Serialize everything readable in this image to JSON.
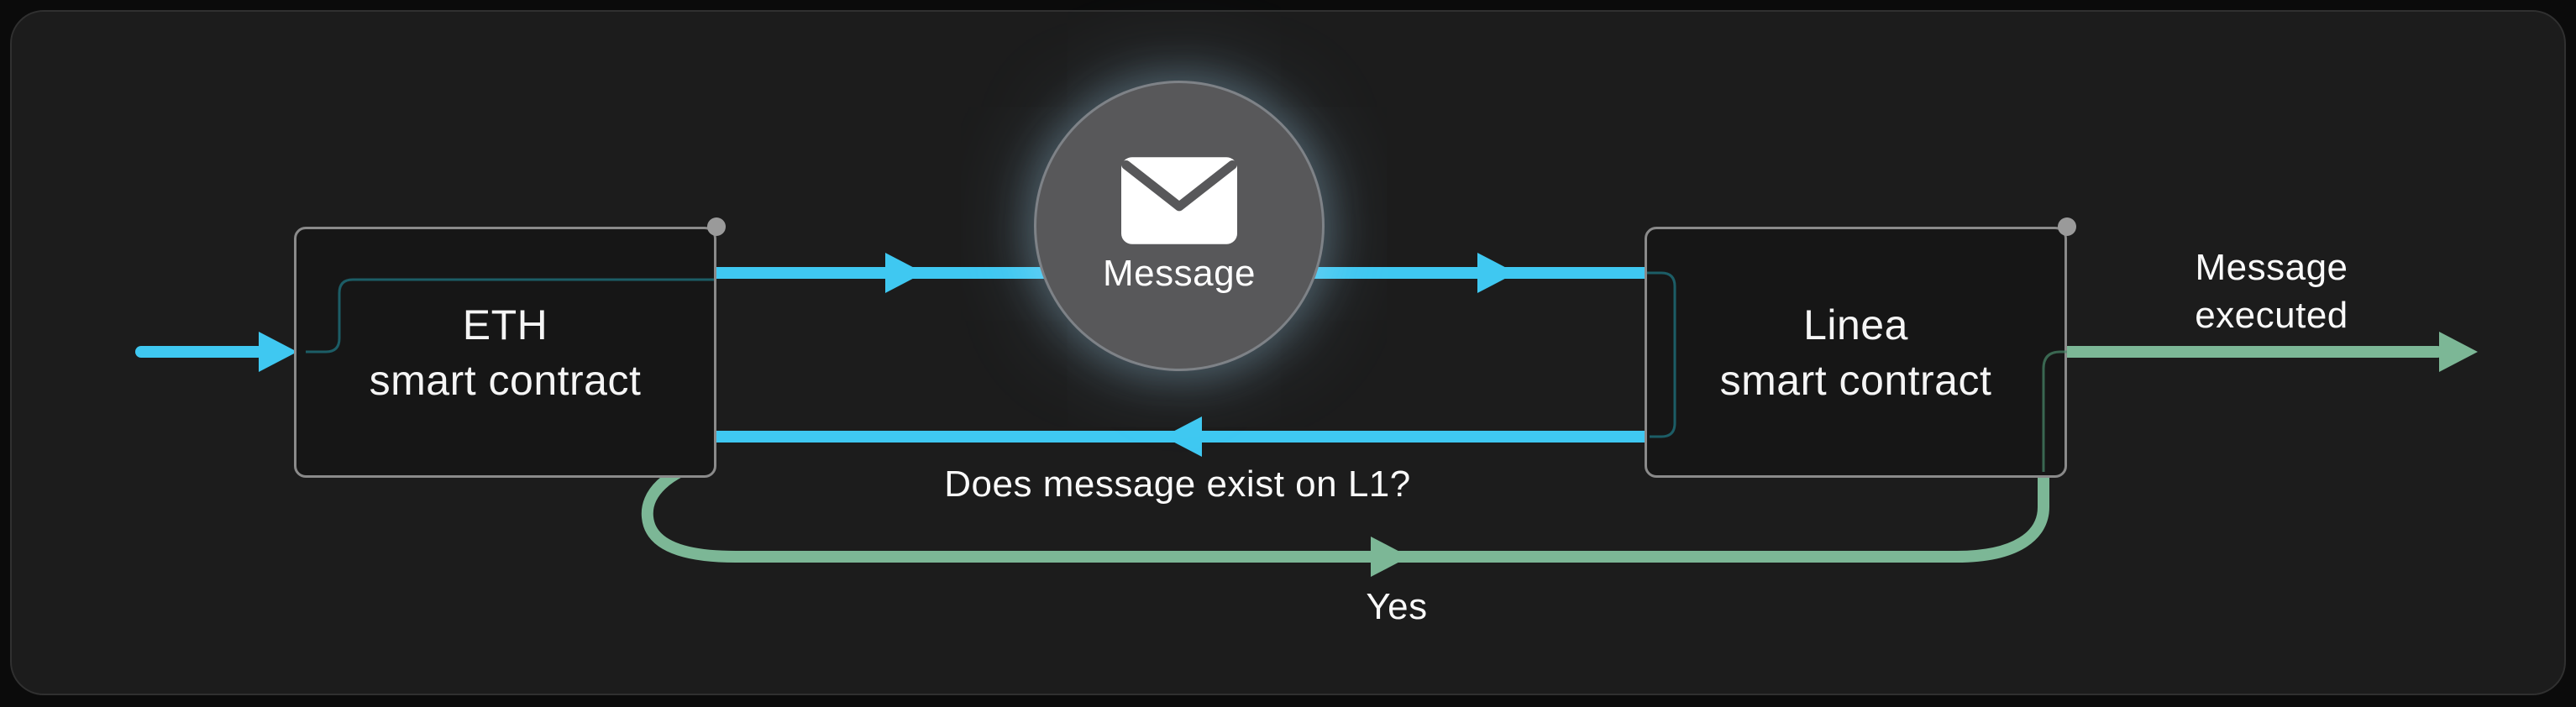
{
  "diagram": {
    "eth_box": {
      "line1": "ETH",
      "line2": "smart contract"
    },
    "linea_box": {
      "line1": "Linea",
      "line2": "smart contract"
    },
    "message_node": {
      "label": "Message",
      "icon": "envelope-icon"
    },
    "labels": {
      "question": "Does message exist on L1?",
      "yes": "Yes",
      "executed_line1": "Message",
      "executed_line2": "executed"
    },
    "colors": {
      "cyan": "#3FC8F1",
      "green": "#7CB796",
      "box_border": "#8A8A8A",
      "background": "#1C1C1C",
      "circle": "#58585A"
    }
  }
}
